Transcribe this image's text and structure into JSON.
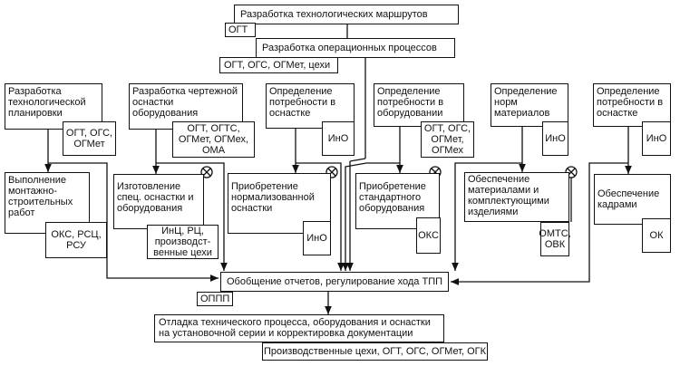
{
  "top": {
    "routes": "Разработка технологических маршрутов",
    "routes_dept": "ОГТ",
    "operations": "Разработка операционных процессов",
    "operations_dept": "ОГТ, ОГС, ОГМет, цехи"
  },
  "row1": [
    {
      "label": "Разработка технологической планировки",
      "dept": "ОГТ, ОГС, ОГМет"
    },
    {
      "label": "Разработка чертежной оснастки оборудования",
      "dept": "ОГТ, ОГТС, ОГМет, ОГМех, ОМА"
    },
    {
      "label": "Определение потребности в оснастке",
      "dept": "ИнО"
    },
    {
      "label": "Определение потребности в оборудовании",
      "dept": "ОГТ, ОГС, ОГМет, ОГМех"
    },
    {
      "label": "Определение норм материалов",
      "dept": "ИнО"
    },
    {
      "label": "Определение потребности в оснастке",
      "dept": "ИнО"
    }
  ],
  "row2": [
    {
      "label": "Выполнение монтажно-строительных работ",
      "dept": "ОКС, РСЦ, РСУ"
    },
    {
      "label": "Изготовление спец. оснастки и оборудования",
      "dept": "ИнЦ, РЦ, производст-венные цехи"
    },
    {
      "label": "Приобретение нормализованной оснастки",
      "dept": "ИнО"
    },
    {
      "label": "Приобретение стандартного оборудования",
      "dept": "ОКС"
    },
    {
      "label": "Обеспечение материалами и комплектующими изделиями",
      "dept": "ОМТС, ОВК"
    },
    {
      "label": "Обеспечение кадрами",
      "dept": "ОК"
    }
  ],
  "bottom": {
    "summary": "Обобщение отчетов, регулирование хода ТПП",
    "summary_dept": "ОППП",
    "debug": "Отладка технического процесса, оборудования и оснастки на установочной серии и корректировка документации",
    "debug_dept": "Производственные цехи, ОГТ, ОГС, ОГМет, ОГК"
  }
}
